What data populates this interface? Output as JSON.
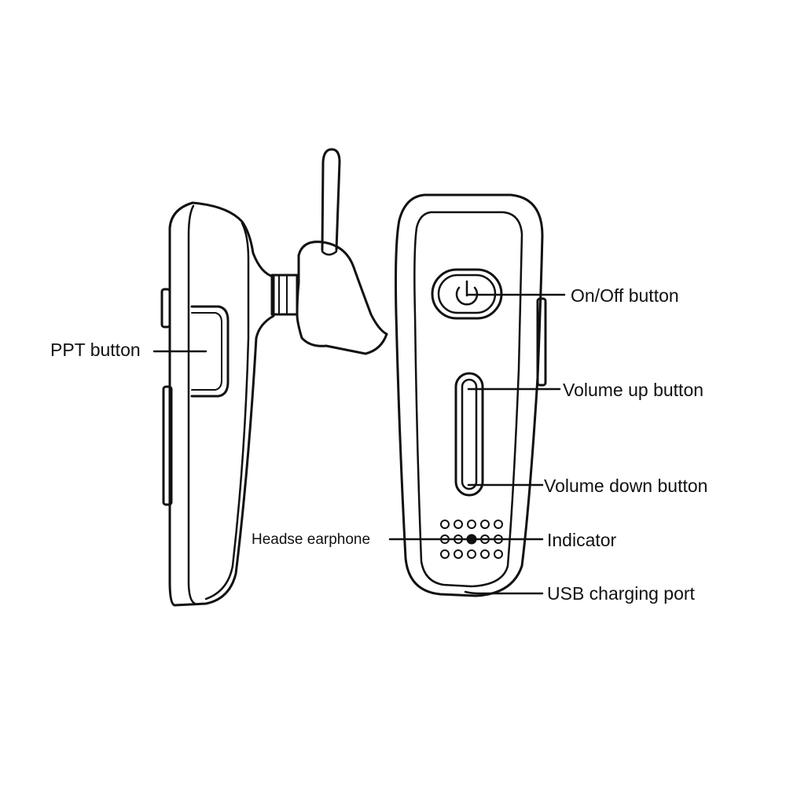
{
  "labels": {
    "ppt": "PPT button",
    "onoff": "On/Off button",
    "vol_up": "Volume up button",
    "vol_down": "Volume down button",
    "headset": "Headse earphone",
    "indicator": "Indicator",
    "usb": "USB charging port"
  },
  "colors": {
    "line": "#111111",
    "background": "#ffffff"
  }
}
